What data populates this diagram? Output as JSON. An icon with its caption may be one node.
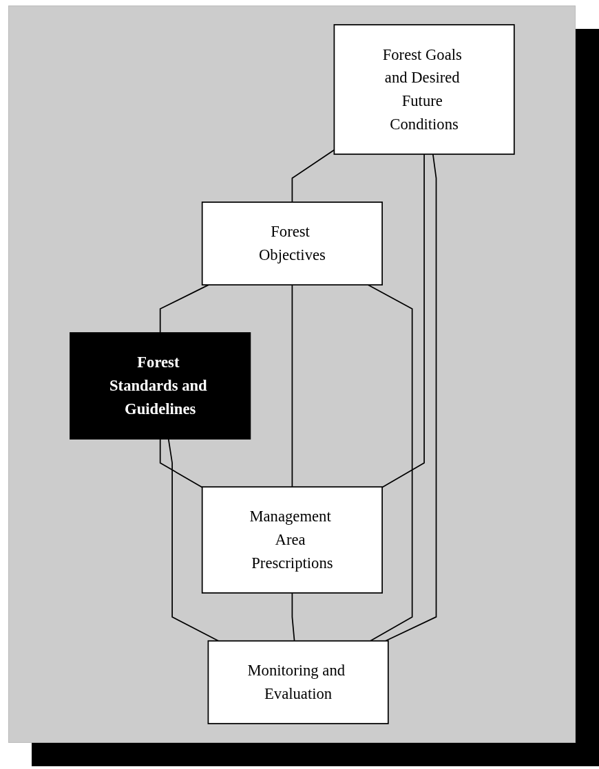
{
  "diagram": {
    "nodes": [
      {
        "text": [
          "Forest Goals and Desired Future Conditions"
        ]
      },
      {
        "text": [
          "Forest Objectives"
        ]
      },
      {
        "text": [
          "Forest Standards and Guidelines"
        ]
      },
      {
        "text": [
          "Management Area Prescriptions"
        ]
      },
      {
        "text": [
          "Monitoring and Evaluation"
        ]
      }
    ],
    "edges": [
      {
        "from": 0,
        "to": 1,
        "arrow": "none"
      },
      {
        "from": 1,
        "to": 2,
        "arrow": "none"
      },
      {
        "from": 0,
        "to": 3,
        "arrow": "none"
      },
      {
        "from": 0,
        "to": 4,
        "arrow": "none"
      },
      {
        "from": 1,
        "to": 3,
        "arrow": "none"
      },
      {
        "from": 1,
        "to": 4,
        "arrow": "none"
      },
      {
        "from": 2,
        "to": 3,
        "arrow": "none"
      },
      {
        "from": 2,
        "to": 4,
        "arrow": "none"
      },
      {
        "from": 3,
        "to": 4,
        "arrow": "none"
      }
    ]
  }
}
